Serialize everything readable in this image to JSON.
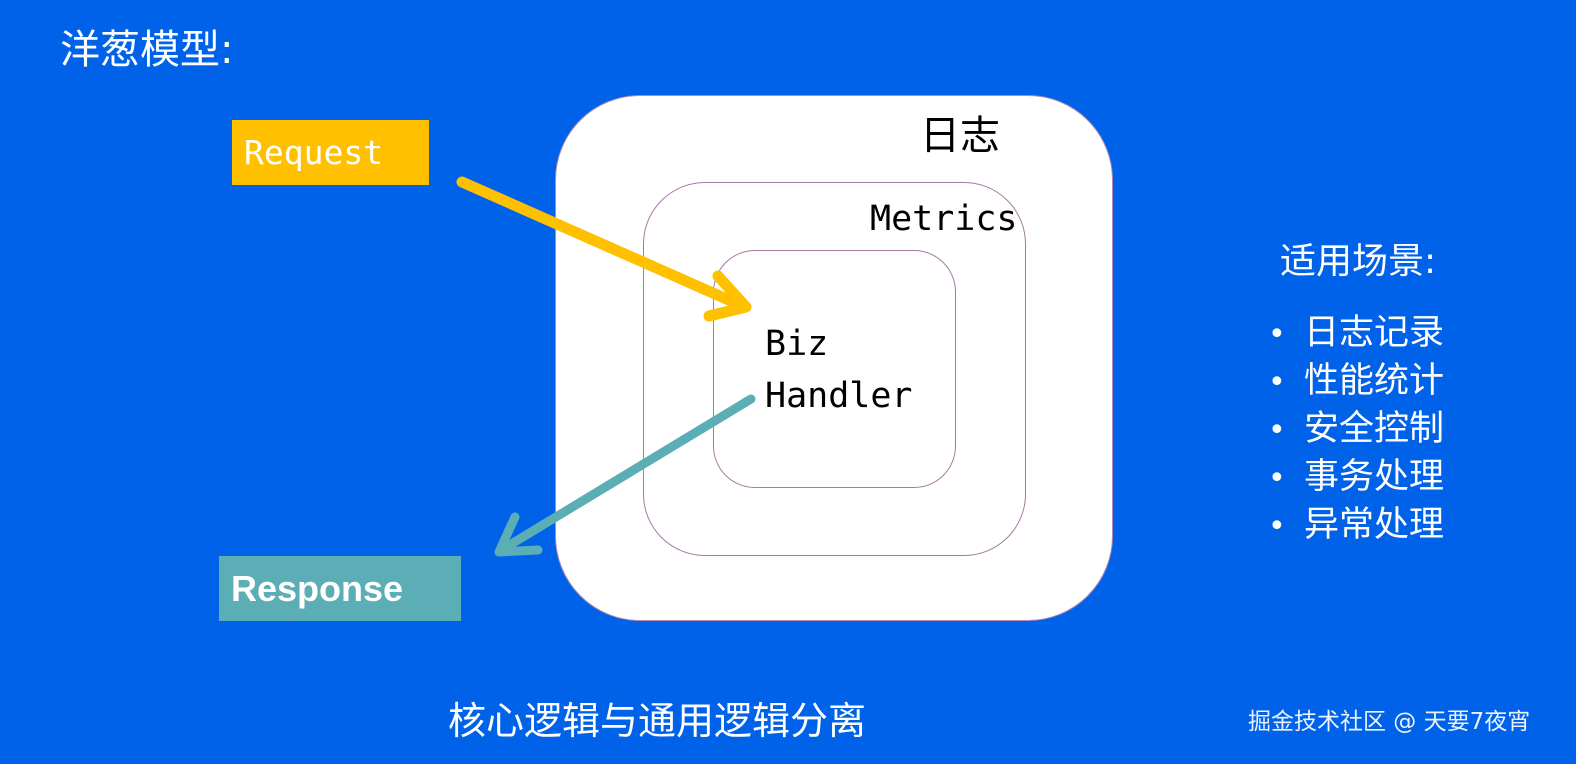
{
  "title": "洋葱模型:",
  "request_label": "Request",
  "response_label": "Response",
  "layers": {
    "outer": "日志",
    "middle": "Metrics",
    "inner_line1": "Biz",
    "inner_line2": "Handler"
  },
  "scenarios": {
    "title": "适用场景:",
    "bullet": "•",
    "items": [
      "日志记录",
      "性能统计",
      "安全控制",
      "事务处理",
      "异常处理"
    ]
  },
  "caption": "核心逻辑与通用逻辑分离",
  "watermark": "掘金技术社区 @ 天要7夜宵",
  "colors": {
    "background": "#0062E8",
    "request": "#FFC000",
    "response": "#5BAEB6",
    "layer_border": "#A77AA4"
  }
}
